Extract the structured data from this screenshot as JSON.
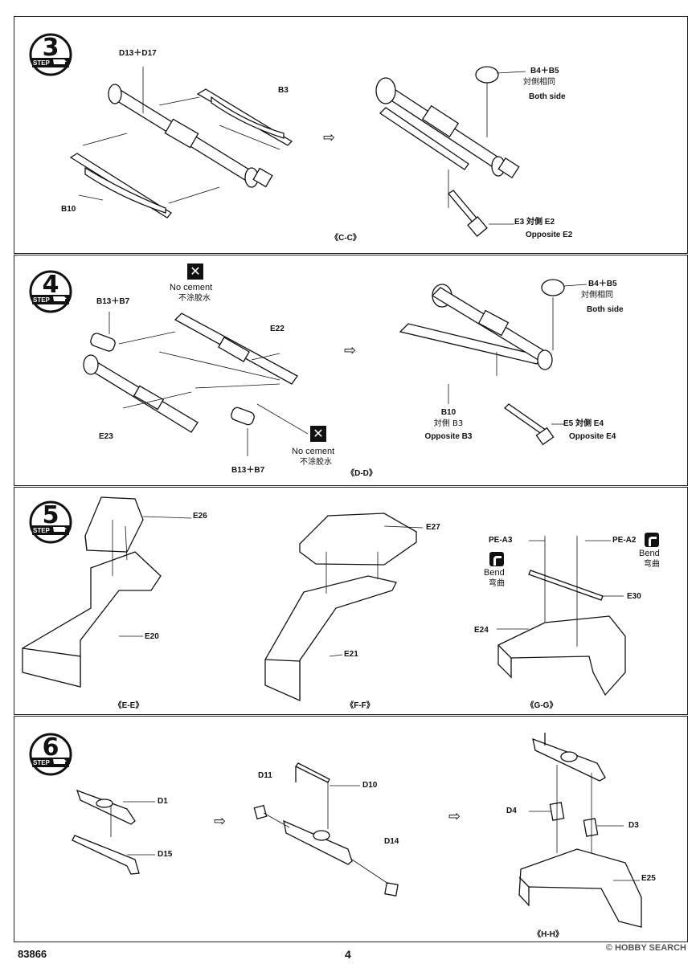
{
  "steps": [
    {
      "number": "3",
      "step_word": "STEP",
      "labels": {
        "d13_d17": "D13＋D17",
        "b3": "B3",
        "b10": "B10",
        "b4_b5": "B4＋B5",
        "b4_b5_cn": "対側相同",
        "b4_b5_en": "Both side",
        "e3": "E3 対側 E2",
        "e3_en": "Opposite E2"
      },
      "section": "《C-C》"
    },
    {
      "number": "4",
      "step_word": "STEP",
      "labels": {
        "b13_b7_top": "B13＋B7",
        "no_cement_top": "No cement",
        "no_cement_top_cn": "不涂胶水",
        "e22": "E22",
        "e23": "E23",
        "b13_b7_bottom": "B13＋B7",
        "no_cement_bottom": "No cement",
        "no_cement_bottom_cn": "不涂胶水",
        "b4_b5": "B4＋B5",
        "b4_b5_cn": "対側相同",
        "b4_b5_en": "Both side",
        "b10": "B10",
        "b10_cn": "対側 B3",
        "b10_en": "Opposite B3",
        "e5": "E5 対側 E4",
        "e5_en": "Opposite E4"
      },
      "section": "《D-D》"
    },
    {
      "number": "5",
      "step_word": "STEP",
      "labels": {
        "e26": "E26",
        "e20": "E20",
        "e27": "E27",
        "e21": "E21",
        "pe_a3": "PE-A3",
        "pe_a2": "PE-A2",
        "bend_left": "Bend",
        "bend_left_cn": "弯曲",
        "bend_right": "Bend",
        "bend_right_cn": "弯曲",
        "e30": "E30",
        "e24": "E24"
      },
      "sections": [
        "《E-E》",
        "《F-F》",
        "《G-G》"
      ]
    },
    {
      "number": "6",
      "step_word": "STEP",
      "labels": {
        "d1": "D1",
        "d15": "D15",
        "d11": "D11",
        "d10": "D10",
        "d14": "D14",
        "d4": "D4",
        "d3": "D3",
        "e25": "E25"
      },
      "section": "《H-H》"
    }
  ],
  "footer": {
    "code": "83866",
    "page": "4",
    "watermark": "© HOBBY SEARCH"
  },
  "icons": {
    "no_cement": "x-box-icon",
    "bend": "bend-icon",
    "next": "hollow-arrow-icon"
  }
}
